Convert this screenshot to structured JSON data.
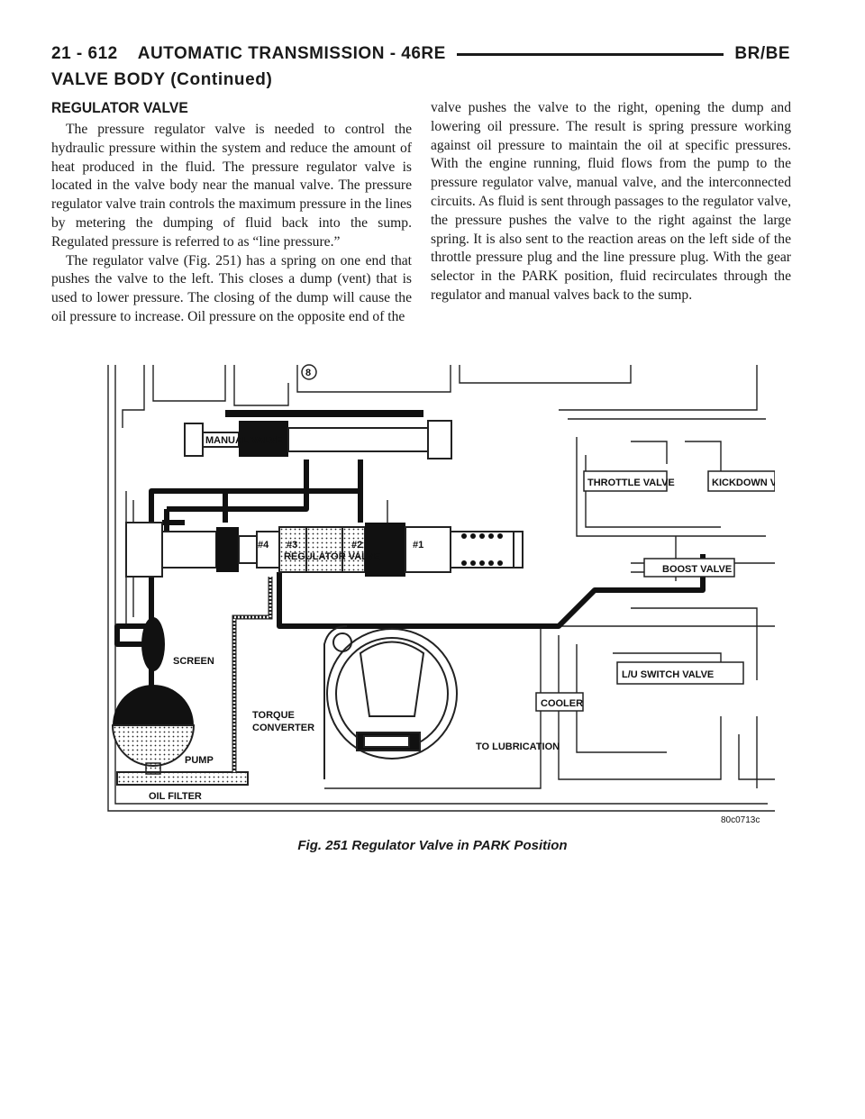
{
  "header": {
    "page_number": "21 - 612",
    "title": "AUTOMATIC TRANSMISSION - 46RE",
    "model_code": "BR/BE"
  },
  "continued_heading": "VALVE BODY (Continued)",
  "section_heading": "REGULATOR VALVE",
  "left_paragraphs": [
    "The pressure regulator valve is needed to control the hydraulic pressure within the system and reduce the amount of heat produced in the fluid. The pressure regulator valve is located in the valve body near the manual valve. The pressure regulator valve train controls the maximum pressure in the lines by metering the dumping of fluid back into the sump. Regulated pressure is referred to as “line pressure.”",
    "The regulator valve (Fig. 251) has a spring on one end that pushes the valve to the left. This closes a dump (vent) that is used to lower pressure. The closing of the dump will cause the oil pressure to increase. Oil pressure on the opposite end of the"
  ],
  "right_paragraph": "valve pushes the valve to the right, opening the dump and lowering oil pressure. The result is spring pressure working against oil pressure to maintain the oil at specific pressures. With the engine running, fluid flows from the pump to the pressure regulator valve, manual valve, and the interconnected circuits. As fluid is sent through passages to the regulator valve, the pressure pushes the valve to the right against the large spring. It is also sent to the reaction areas on the left side of the throttle pressure plug and the line pressure plug. With the gear selector in the PARK position, fluid recirculates through the regulator and manual valves back to the sump.",
  "figure": {
    "labels": {
      "manual_valve": "MANUAL VALVE",
      "regulator_valve": "REGULATOR VALVE",
      "throttle_valve": "THROTTLE VALVE",
      "kickdown_valve": "KICKDOWN VAL",
      "boost_valve": "BOOST VALVE",
      "lu_switch_valve": "L/U SWITCH VALVE",
      "screen": "SCREEN",
      "torque_converter_1": "TORQUE",
      "torque_converter_2": "CONVERTER",
      "cooler": "COOLER",
      "to_lubrication": "TO LUBRICATION",
      "pump": "PUMP",
      "oil_filter": "OIL FILTER",
      "land_4": "#4",
      "land_3": "#3",
      "land_2": "#2",
      "land_1": "#1",
      "check_ball": "8",
      "figure_code": "80c0713c"
    }
  },
  "caption": "Fig. 251 Regulator Valve in PARK Position"
}
